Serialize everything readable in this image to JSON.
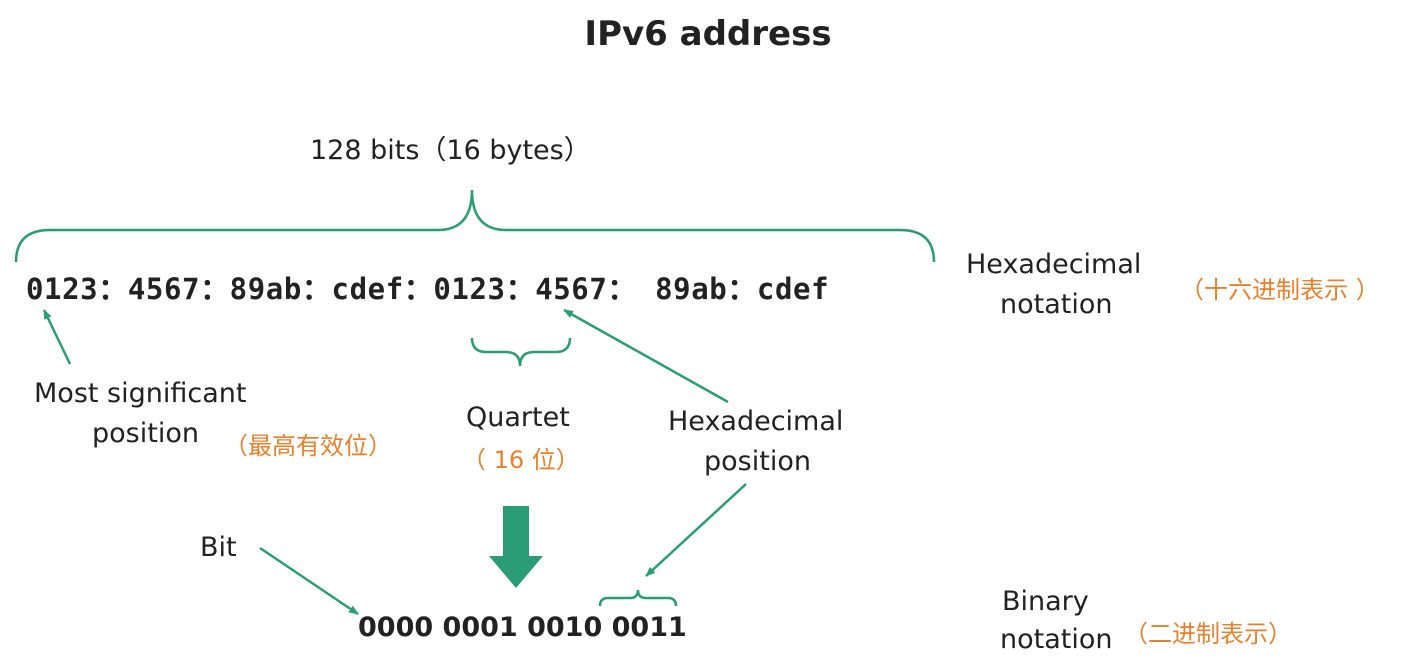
{
  "title": "IPv6 address",
  "bits_label": "128 bits（16 bytes）",
  "hex_address": "0123：4567：89ab：cdef：0123：4567： 89ab：cdef",
  "hex_notation": {
    "line1": "Hexadecimal",
    "line2": "notation",
    "cn": "（十六进制表示 ）"
  },
  "msp": {
    "line1": "Most significant",
    "line2": "position",
    "cn": "（最高有效位）"
  },
  "quartet": {
    "label": "Quartet",
    "cn": "（ 16 位）"
  },
  "hex_position": {
    "line1": "Hexadecimal",
    "line2": "position"
  },
  "bit_label": "Bit",
  "binary_value": "0000 0001 0010 0011",
  "binary_notation": {
    "line1": "Binary",
    "line2": "notation",
    "cn": "（二进制表示）"
  },
  "colors": {
    "accent": "#2a9d76",
    "cjk_text": "#e8812b",
    "text": "#222222"
  }
}
